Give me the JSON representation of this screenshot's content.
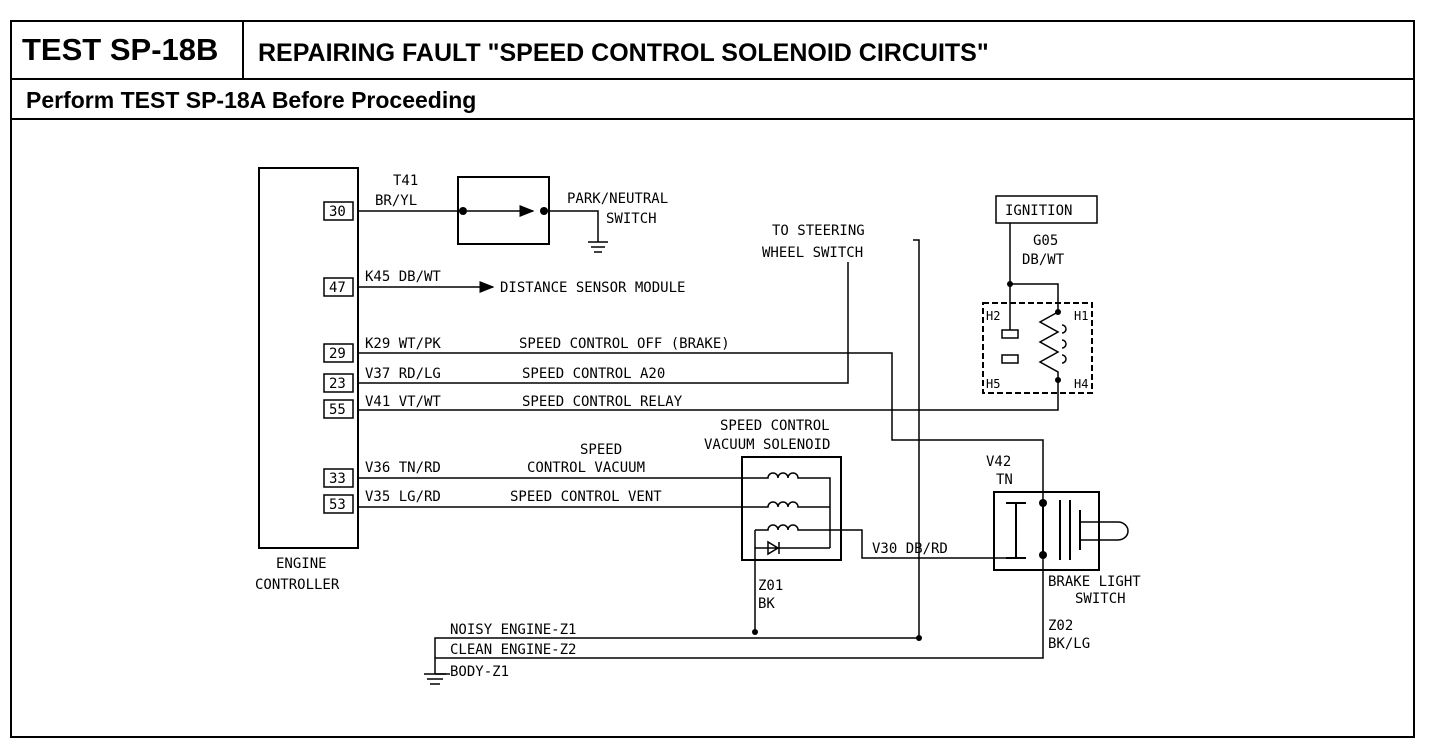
{
  "header": {
    "test_id": "TEST SP-18B",
    "title": "REPAIRING FAULT \"SPEED CONTROL SOLENOID CIRCUITS\"",
    "prerequisite": "Perform TEST SP-18A Before Proceeding"
  },
  "controller": {
    "label_line1": "ENGINE",
    "label_line2": "CONTROLLER",
    "pins": [
      "30",
      "47",
      "29",
      "23",
      "55",
      "33",
      "53"
    ]
  },
  "wires": {
    "t41_code": "T41",
    "t41_color": "BR/YL",
    "k45": "K45 DB/WT",
    "k45_dest": "DISTANCE SENSOR MODULE",
    "k29": "K29 WT/PK",
    "k29_desc": "SPEED CONTROL OFF (BRAKE)",
    "v37": "V37 RD/LG",
    "v37_desc": "SPEED CONTROL A20",
    "v41": "V41 VT/WT",
    "v41_desc": "SPEED CONTROL RELAY",
    "v36": "V36 TN/RD",
    "v36_desc_line1": "SPEED",
    "v36_desc_line2": "CONTROL VACUUM",
    "v35": "V35 LG/RD",
    "v35_desc": "SPEED CONTROL VENT",
    "v30": "V30 DB/RD",
    "v42_code": "V42",
    "v42_color": "TN",
    "g05_code": "G05",
    "g05_color": "DB/WT",
    "z01_code": "Z01",
    "z01_color": "BK",
    "z02_code": "Z02",
    "z02_color": "BK/LG"
  },
  "components": {
    "park_neutral_line1": "PARK/NEUTRAL",
    "park_neutral_line2": "SWITCH",
    "steering_line1": "TO STEERING",
    "steering_line2": "WHEEL SWITCH",
    "ignition": "IGNITION",
    "relay_pins": {
      "h1": "H1",
      "h2": "H2",
      "h4": "H4",
      "h5": "H5"
    },
    "solenoid_line1": "SPEED CONTROL",
    "solenoid_line2": "VACUUM SOLENOID",
    "brake_line1": "BRAKE LIGHT",
    "brake_line2": "SWITCH"
  },
  "grounds": {
    "noisy": "NOISY ENGINE-Z1",
    "clean": "CLEAN ENGINE-Z2",
    "body": "BODY-Z1"
  }
}
